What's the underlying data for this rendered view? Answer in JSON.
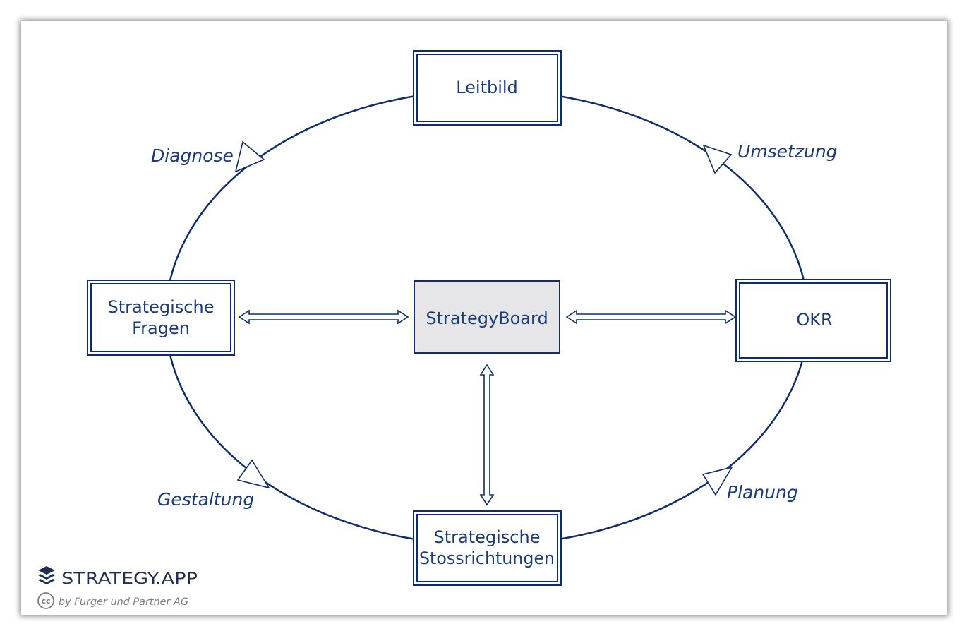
{
  "colors": {
    "stroke": "#0f2d6b",
    "text": "#1a3a7a",
    "center_fill": "#e6e6e8",
    "logo": "#1f2f4f",
    "credit": "#7a7f86"
  },
  "nodes": {
    "leitbild": "Leitbild",
    "strategische_fragen": [
      "Strategische",
      "Fragen"
    ],
    "strategyboard": "StrategyBoard",
    "okr": "OKR",
    "strategische_stossrichtungen": [
      "Strategische",
      "Stossrichtungen"
    ]
  },
  "edges": {
    "diagnose": "Diagnose",
    "umsetzung": "Umsetzung",
    "gestaltung": "Gestaltung",
    "planung": "Planung"
  },
  "branding": {
    "logo_icon": "layers-icon",
    "logo_text": "STRATEGY.APP",
    "cc_icon": "cc-license-icon",
    "cc_symbol": "cc",
    "credit": "by Furger und Partner AG"
  }
}
